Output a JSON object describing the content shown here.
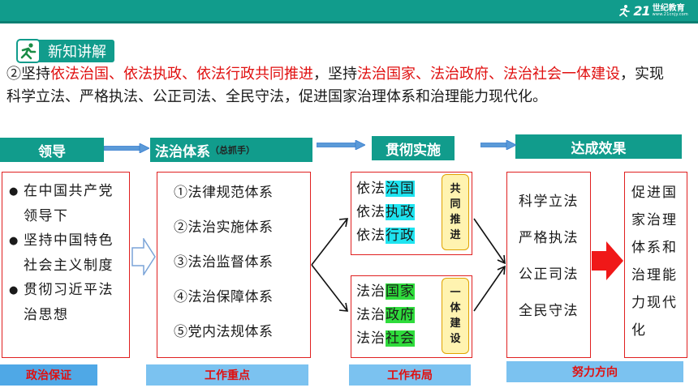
{
  "header": {
    "logo_mark": "21",
    "logo_main": "世纪教育",
    "logo_sub": "www.21cnjy.com"
  },
  "section": {
    "icon": "runner-icon",
    "title": "新知讲解"
  },
  "intro": {
    "p1": "②坚持",
    "r1": "依法治国、依法执政、依法行政共同推进",
    "p2": "，坚持",
    "r2": "法治国家、法治政府、法治社会一体建设",
    "p3": "，实现科学立法、严格执法、公正司法、全民守法，促进国家治理体系和治理能力现代化。"
  },
  "headers": {
    "lead": "领导",
    "system": "法治体系",
    "system_note": "（总抓手）",
    "implement": "贯彻实施",
    "effect": "达成效果"
  },
  "leadership": {
    "items": [
      "在中国共产党领导下",
      "坚持中国特色社会主义制度",
      "贯彻习近平法治思想"
    ]
  },
  "systems": {
    "items": [
      "①法律规范体系",
      "②法治实施体系",
      "③法治监督体系",
      "④法治保障体系",
      "⑤党内法规体系"
    ]
  },
  "implement": {
    "group1": {
      "rows": [
        {
          "prefix": "依法",
          "hl": "治国"
        },
        {
          "prefix": "依法",
          "hl": "执政"
        },
        {
          "prefix": "依法",
          "hl": "行政"
        }
      ],
      "tag": [
        "共",
        "同",
        "推",
        "进"
      ]
    },
    "group2": {
      "rows": [
        {
          "prefix": "法治",
          "hl": "国家"
        },
        {
          "prefix": "法治",
          "hl": "政府"
        },
        {
          "prefix": "法治",
          "hl": "社会"
        }
      ],
      "tag": [
        "一",
        "体",
        "建",
        "设"
      ]
    }
  },
  "effects": {
    "items": [
      "科学立法",
      "严格执法",
      "公正司法",
      "全民守法"
    ]
  },
  "result": {
    "text": "促进国家治理体系和治理能力现代化"
  },
  "footers": {
    "political": "政治保证",
    "focus": "工作重点",
    "layout": "工作布局",
    "direction": "努力方向"
  },
  "colors": {
    "teal": "#119c8c",
    "red": "#e01010",
    "cyan_highlight": "#1ee4f0",
    "green_highlight": "#2fdc3c",
    "blue_arrow": "#3a7fd0"
  }
}
